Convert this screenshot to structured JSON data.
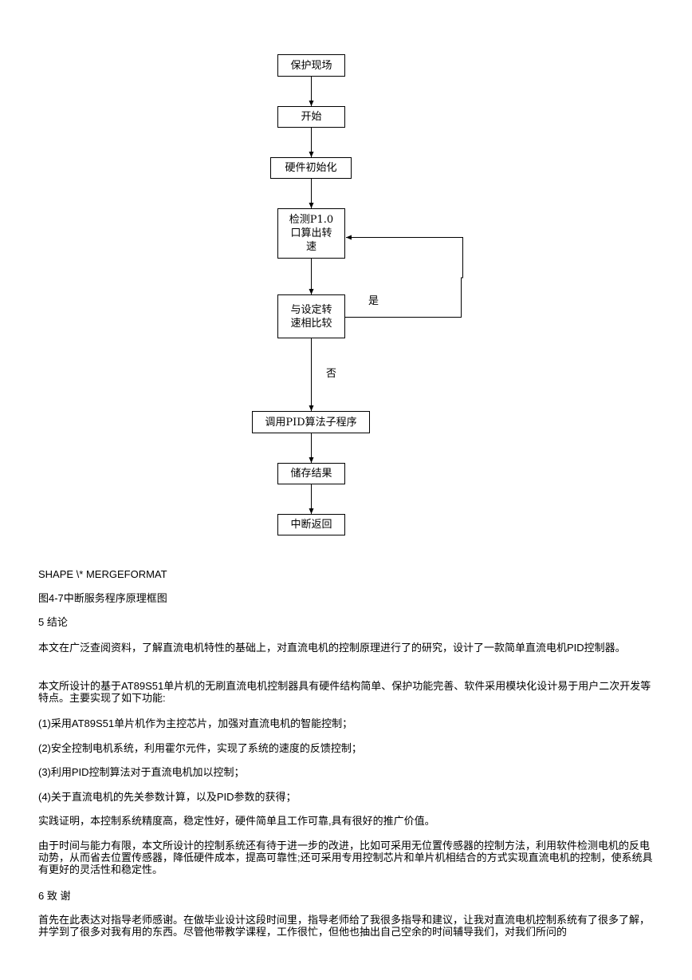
{
  "flowchart": {
    "nodes": [
      "保护现场",
      "开始",
      "硬件初始化",
      "检测P1.0口算出转速",
      "与设定转速相比较",
      "调用PID算法子程序",
      "储存结果",
      "中断返回"
    ],
    "node3_lines": [
      "检测P1.0",
      "口算出转",
      "速"
    ],
    "node4_lines": [
      "与设定转",
      "速相比较"
    ],
    "yes_label": "是",
    "no_label": "否"
  },
  "text": {
    "shape_field": "SHAPE \\* MERGEFORMAT",
    "caption": "图4-7中断服务程序原理框图",
    "h5": "5 结论",
    "p1": "本文在广泛查阅资料，了解直流电机特性的基础上，对直流电机的控制原理进行了的研究，设计了一款简单直流电机PID控制器。",
    "p2": "本文所设计的基于AT89S51单片机的无刷直流电机控制器具有硬件结构简单、保护功能完善、软件采用模块化设计易于用户二次开发等特点。主要实现了如下功能:",
    "item1": "(1)采用AT89S51单片机作为主控芯片，加强对直流电机的智能控制；",
    "item2": "(2)安全控制电机系统，利用霍尔元件，实现了系统的速度的反馈控制；",
    "item3": "(3)利用PID控制算法对于直流电机加以控制；",
    "item4": "(4)关于直流电机的先关参数计算，以及PID参数的获得；",
    "p3": "实践证明，本控制系统精度高，稳定性好，硬件简单且工作可靠,具有很好的推广价值。",
    "p4": "由于时间与能力有限，本文所设计的控制系统还有待于进一步的改进，比如可采用无位置传感器的控制方法，利用软件检测电机的反电动势，从而省去位置传感器，降低硬件成本，提高可靠性;还可采用专用控制芯片和单片机相结合的方式实现直流电机的控制，使系统具有更好的灵活性和稳定性。",
    "h6": "6 致 谢",
    "p5": "首先在此表达对指导老师感谢。在做毕业设计这段时间里，指导老师给了我很多指导和建议，让我对直流电机控制系统有了很多了解，并学到了很多对我有用的东西。尽管他带教学课程，工作很忙，但他也抽出自己空余的时间辅导我们，对我们所问的"
  }
}
